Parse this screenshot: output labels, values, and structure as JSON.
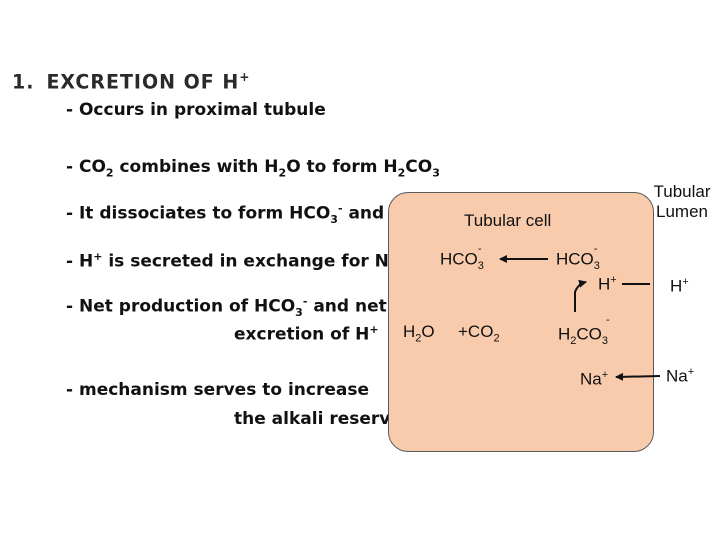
{
  "slide": {
    "heading_number": "1.",
    "heading_text": "EXCRETION OF H",
    "heading_sup": "+",
    "bullets": [
      {
        "prefix": "- Occurs in proximal tubule"
      },
      {
        "a": "- CO",
        "a_sub": "2",
        "b": " combines with H",
        "b_sub": "2",
        "c": "O to form H",
        "c_sub": "2",
        "d": "CO",
        "d_sub": "3"
      },
      {
        "a": "- It dissociates to form HCO",
        "a_sub": "3",
        "a_sup": "-",
        "b": " and H",
        "b_sup": "+"
      },
      {
        "a": "- H",
        "a_sup": "+",
        "b": " is secreted in exchange for Na",
        "b_sup": "+"
      },
      {
        "a": "- Net production of HCO",
        "a_sub": "3",
        "a_sup": "-",
        "b": " and net"
      },
      {
        "a": "excretion of H",
        "a_sup": "+"
      },
      {
        "a": "- mechanism serves to increase"
      },
      {
        "a": "the alkali reserve"
      }
    ]
  },
  "diagram": {
    "cell_label": "Tubular cell",
    "lumen_label_line1": "Tubular",
    "lumen_label_line2": "Lumen",
    "hco3_left": {
      "base": "HCO",
      "sub": "3",
      "sup": "-"
    },
    "hco3_right": {
      "base": "HCO",
      "sub": "3",
      "sup": "-"
    },
    "h_in_cell": {
      "base": "H",
      "sup": "+"
    },
    "h_lumen": {
      "base": "H",
      "sup": "+"
    },
    "h2o": {
      "base": "H",
      "sub": "2",
      "rest": "O"
    },
    "co2": {
      "base": "+CO",
      "sub": "2"
    },
    "h2co3": {
      "base": "H",
      "sub": "2",
      "mid": "CO",
      "sub2": "3",
      "sup": "-"
    },
    "na_cell": {
      "base": "Na",
      "sup": "+"
    },
    "na_lumen": {
      "base": "Na",
      "sup": "+"
    },
    "colors": {
      "cell_fill": "#f8cbad",
      "cell_border": "#5a5a5a",
      "text": "#111111"
    }
  }
}
